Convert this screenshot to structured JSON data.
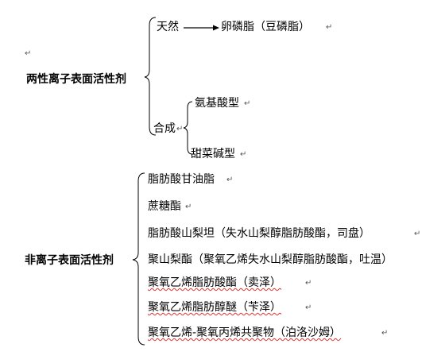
{
  "doc": {
    "para_mark": "↵",
    "amphoteric": {
      "title": "两性离子表面活性剂",
      "natural": {
        "label": "天然",
        "result": "卵磷脂（豆磷脂）"
      },
      "synthetic": {
        "label": "合成",
        "items": [
          "氨基酸型",
          "甜菜碱型"
        ]
      }
    },
    "nonionic": {
      "title": "非离子表面活性剂",
      "items": [
        "脂肪酸甘油脂",
        "蔗糖酯",
        "脂肪酸山梨坦（失水山梨醇脂肪酸酯，司盘）",
        "聚山梨酯（聚氧乙烯失水山梨醇脂肪酸酯，吐温）",
        "聚氧乙烯脂肪酸酯（卖泽）",
        "聚氧乙烯脂肪醇醚（苄泽）",
        "聚氧乙烯-聚氧丙烯共聚物（泊洛沙姆）"
      ]
    }
  }
}
